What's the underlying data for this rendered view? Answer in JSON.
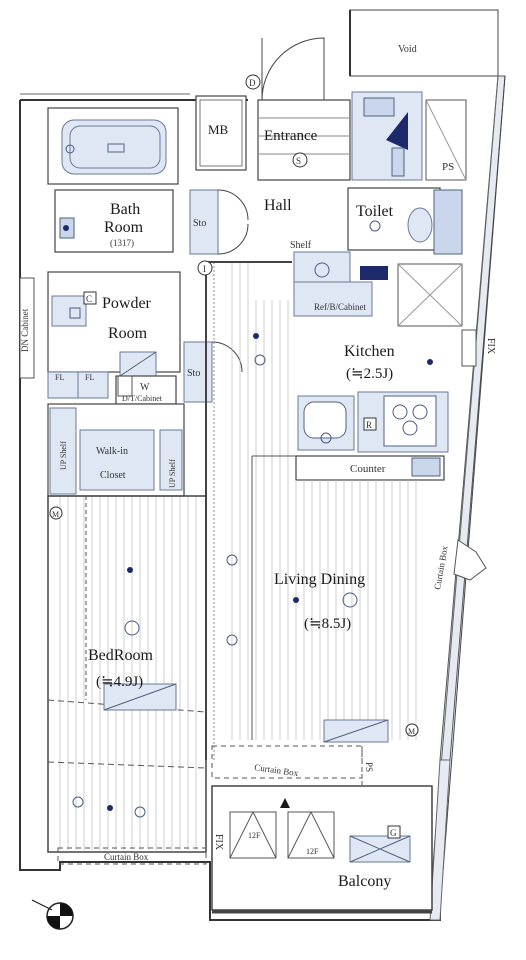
{
  "rooms": {
    "void": "Void",
    "mb": "MB",
    "entrance": "Entrance",
    "ps_top": "PS",
    "bath_line1": "Bath",
    "bath_line2": "Room",
    "bath_size": "(1317)",
    "hall": "Hall",
    "toilet": "Toilet",
    "sm1": "Sto",
    "shelf": "Shelf",
    "powder_line1": "Powder",
    "powder_line2": "Room",
    "dn_cabinet": "DN Cabinet",
    "st_cabinet": "Ref/B/Cabinet",
    "kitchen": "Kitchen",
    "kitchen_size": "(≒2.5J)",
    "sm2": "Sto",
    "fix_right": "FIX",
    "w_label": "W",
    "wcabinet": "D/T/Cabinet",
    "counter": "Counter",
    "walkin_line1": "Walk-in",
    "walkin_line2": "Closet",
    "up_shelf1": "UP Shelf",
    "up_shelf2": "UP Shelf",
    "curtain_box_right": "Curtain Box",
    "living": "Living Dining",
    "living_size": "(≒8.5J)",
    "bedroom": "BedRoom",
    "bedroom_size": "(≒4.9J)",
    "curtain_box_mid": "Curtain Box",
    "ps_bottom": "PS",
    "fix_bottom": "FIX",
    "ac1": "12F",
    "ac2": "12F",
    "balcony": "Balcony",
    "curtain_box_bottom": "Curtain Box",
    "fl1": "FL",
    "fl2": "FL"
  },
  "markers": {
    "d": "D",
    "s": "S",
    "i": "I",
    "c": "C",
    "r": "R",
    "m1": "M",
    "m2": "M",
    "g": "G"
  },
  "colors": {
    "fixture_fill": "#c9d6ec",
    "fixture_stroke": "#50607e",
    "wall": "#333333",
    "dot": "#1c2a6b"
  },
  "icons": [
    "compass-icon"
  ]
}
